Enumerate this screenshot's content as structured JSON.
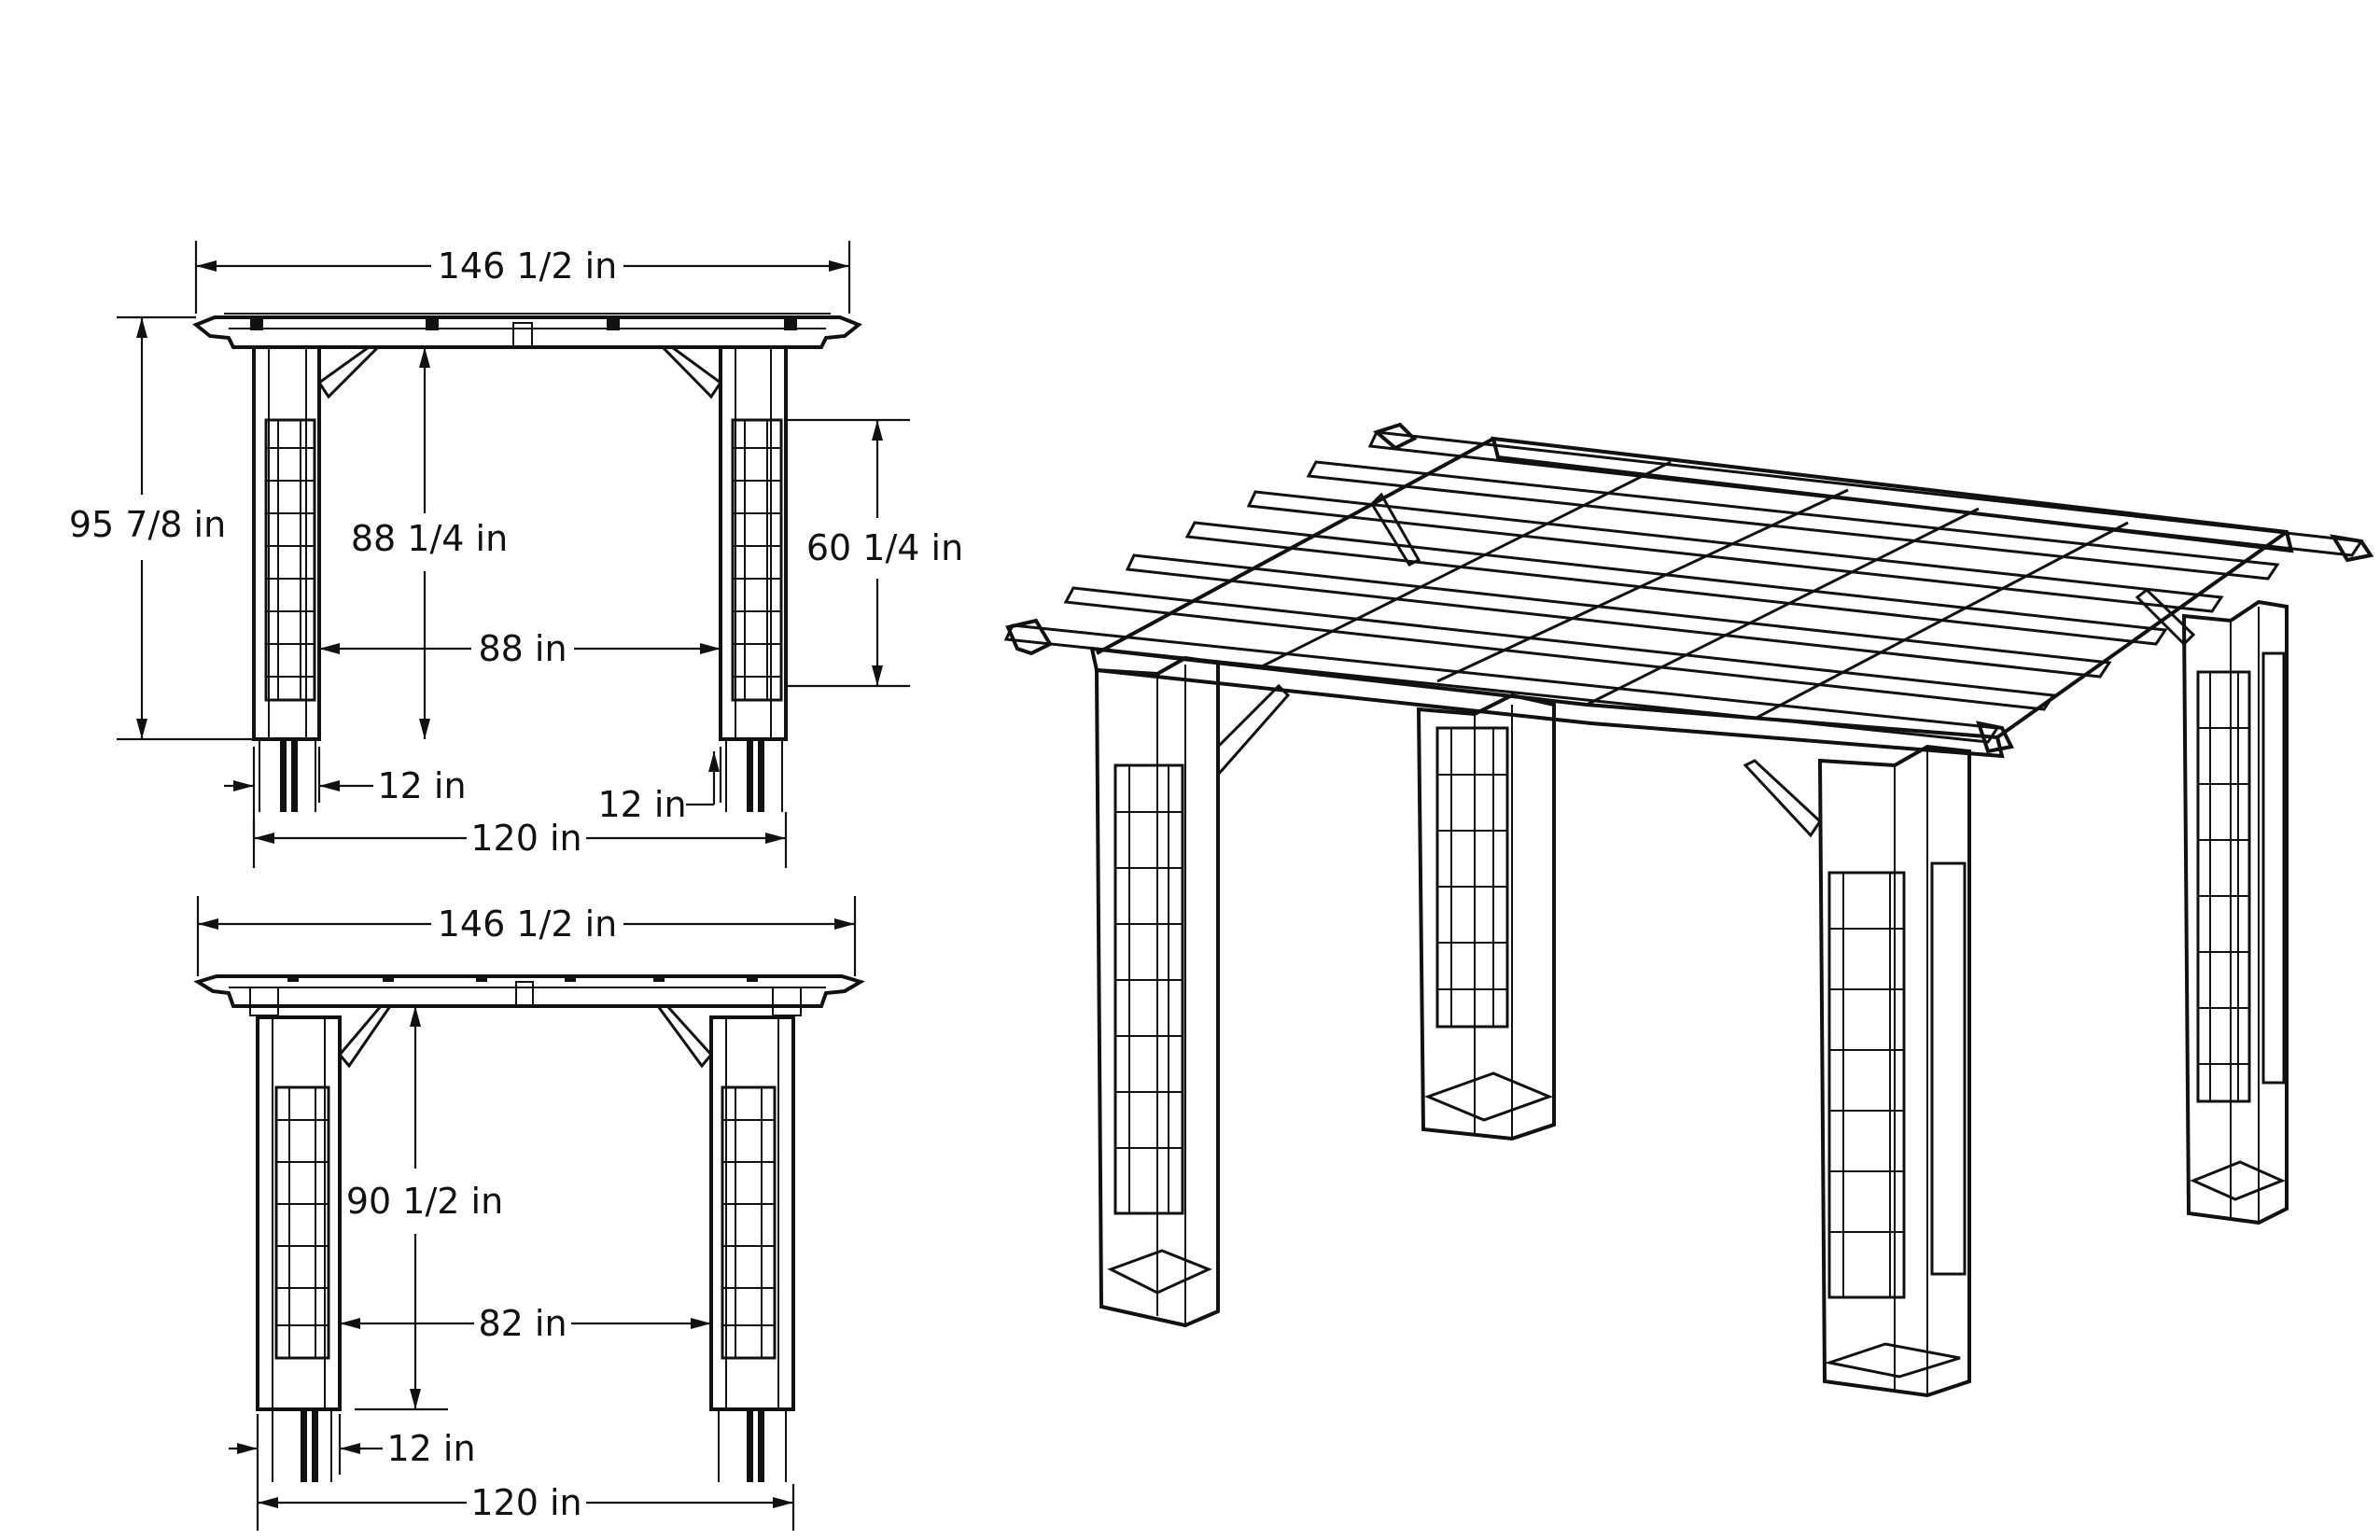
{
  "front_view": {
    "overall_width": "146 1/2 in",
    "overall_height": "95 7/8 in",
    "beam_clearance": "88 1/4 in",
    "trellis_height": "60 1/4 in",
    "inner_span": "88 in",
    "post_width_left": "12 in",
    "post_width_right": "12 in",
    "post_spacing": "120 in"
  },
  "side_view": {
    "overall_width": "146 1/2 in",
    "beam_clearance": "90 1/2 in",
    "inner_span": "82 in",
    "post_width": "12 in",
    "post_spacing": "120 in"
  }
}
